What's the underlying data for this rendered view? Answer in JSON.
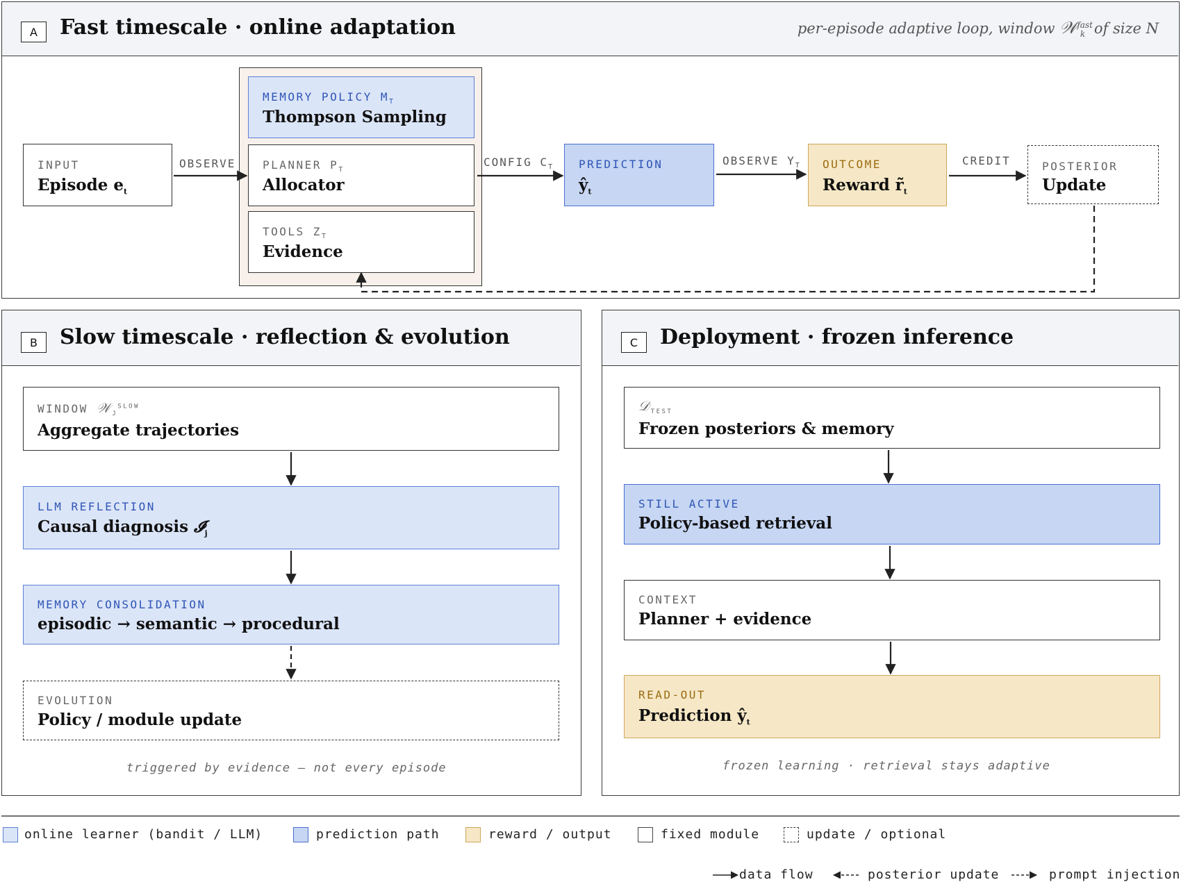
{
  "panel_a": {
    "letter": "A",
    "title": "Fast timescale · online adaptation",
    "note_prefix": "per-episode adaptive loop, window ",
    "note_symbol": "𝒲",
    "note_sup": "fast",
    "note_sub": "k",
    "note_suffix": " of size N",
    "input": {
      "label": "INPUT",
      "main": "Episode e",
      "sub": "t"
    },
    "memory": {
      "label": "MEMORY POLICY M",
      "sub": "T",
      "main": "Thompson Sampling"
    },
    "planner": {
      "label": "PLANNER P",
      "sub": "T",
      "main": "Allocator"
    },
    "tools": {
      "label": "TOOLS Z",
      "sub": "T",
      "main": "Evidence"
    },
    "prediction": {
      "label": "PREDICTION",
      "main": "ŷ",
      "sub": "t"
    },
    "outcome": {
      "label": "OUTCOME",
      "main": "Reward r̃",
      "sub": "t"
    },
    "posterior": {
      "label": "POSTERIOR",
      "main": "Update"
    },
    "edge_observe": "OBSERVE",
    "edge_config": "CONFIG C",
    "edge_config_sub": "T",
    "edge_observe_y": "OBSERVE Y",
    "edge_observe_y_sub": "T",
    "edge_credit": "CREDIT"
  },
  "panel_b": {
    "letter": "B",
    "title": "Slow timescale · reflection & evolution",
    "window": {
      "label": "WINDOW ",
      "symbol": "𝒲",
      "sub": "J",
      "sup": "SLOW",
      "main": "Aggregate trajectories"
    },
    "reflection": {
      "label": "LLM REFLECTION",
      "main": "Causal diagnosis ",
      "symbol": "𝓘",
      "sub": "j"
    },
    "consolidation": {
      "label": "MEMORY CONSOLIDATION",
      "main": "episodic → semantic → procedural"
    },
    "evolution": {
      "label": "EVOLUTION",
      "main": "Policy / module update"
    },
    "caption": "triggered by evidence — not every episode"
  },
  "panel_c": {
    "letter": "C",
    "title": "Deployment · frozen inference",
    "dtest": {
      "symbol": "𝒟",
      "sub": "TEST",
      "main": "Frozen posteriors & memory"
    },
    "still_active": {
      "label": "STILL ACTIVE",
      "main": "Policy-based retrieval"
    },
    "context": {
      "label": "CONTEXT",
      "main": "Planner + evidence"
    },
    "readout": {
      "label": "READ-OUT",
      "main": "Prediction ŷ",
      "sub": "t"
    },
    "caption": "frozen learning · retrieval stays adaptive"
  },
  "legend": {
    "items": [
      {
        "label": "online learner (bandit / LLM)",
        "color": "#dbe5f8"
      },
      {
        "label": "prediction path",
        "color": "#c6d6f3"
      },
      {
        "label": "reward / output",
        "color": "#f6e8c6"
      },
      {
        "label": "fixed module",
        "color": "#ffffff"
      },
      {
        "label": "update / optional",
        "color": "#ffffff"
      }
    ],
    "arrows": [
      {
        "label": "data flow"
      },
      {
        "label": "posterior update"
      },
      {
        "label": "prompt injection"
      }
    ]
  },
  "colors": {
    "online_learner": "#dbe5f8",
    "prediction_path": "#c6d6f3",
    "reward_output": "#f6e8c6",
    "blue_border": "#5b7fd6",
    "gold_border": "#cfa55a",
    "label_blue": "#2f55b5",
    "label_gold": "#9a6c12"
  }
}
